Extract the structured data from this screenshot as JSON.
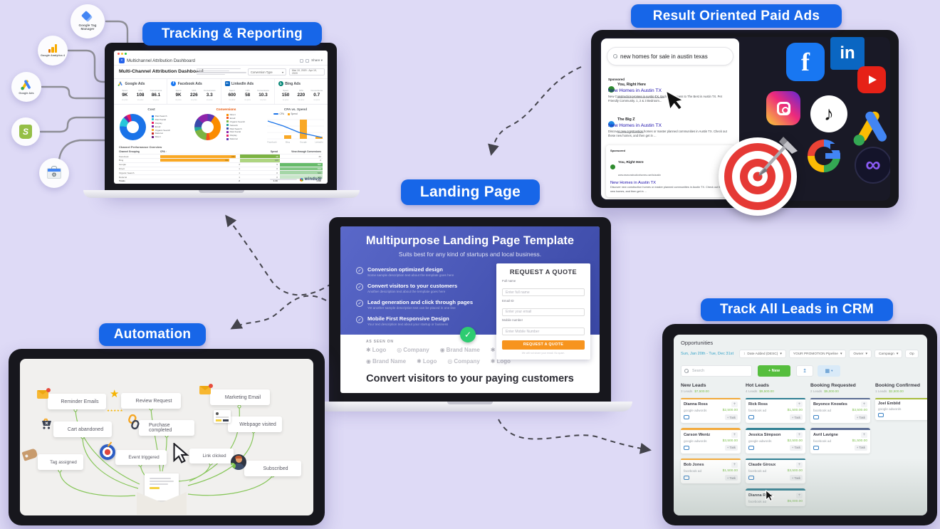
{
  "colors": {
    "background": "#dedaf6",
    "accent_blue": "#1766e8",
    "cta_orange": "#f7941e",
    "success_green": "#7cbf4d"
  },
  "section_labels": {
    "tracking": "Tracking & Reporting",
    "paid_ads": "Result Oriented Paid Ads",
    "landing": "Landing Page",
    "automation": "Automation",
    "crm": "Track All Leads in CRM"
  },
  "source_icons": [
    {
      "name": "google-tag-manager",
      "label": "Google Tag Manager"
    },
    {
      "name": "google-analytics-4",
      "label": "Google Analytics 4"
    },
    {
      "name": "google-ads",
      "label": "Google Ads"
    },
    {
      "name": "shopify",
      "label": ""
    },
    {
      "name": "search-console",
      "label": ""
    }
  ],
  "dashboard": {
    "window_title": "Multichannel Attribution Dashboard",
    "share_label": "Share ▾",
    "heading": "Multi-Channel Attribution Dashboard",
    "conversion_type_label": "Conversion Type",
    "date_range": "Mar 10, 2020 - Apr 10, 2020",
    "channels": [
      {
        "name": "Google Ads",
        "metrics": [
          {
            "label": "Spent",
            "value": "9K",
            "sub": "vs prev"
          },
          {
            "label": "CPA",
            "value": "108",
            "sub": "vs prev"
          },
          {
            "label": "Conversions",
            "value": "86.1",
            "sub": "vs prev"
          }
        ]
      },
      {
        "name": "Facebook Ads",
        "metrics": [
          {
            "label": "Spent",
            "value": "9K",
            "sub": "vs prev"
          },
          {
            "label": "CPA",
            "value": "226",
            "sub": "vs prev"
          },
          {
            "label": "Conversions",
            "value": "3.3",
            "sub": "vs prev"
          }
        ]
      },
      {
        "name": "LinkedIn Ads",
        "metrics": [
          {
            "label": "Spent",
            "value": "600",
            "sub": "vs prev"
          },
          {
            "label": "CPA",
            "value": "58",
            "sub": "vs prev"
          },
          {
            "label": "Conversions",
            "value": "10.3",
            "sub": "vs prev"
          }
        ]
      },
      {
        "name": "Bing Ads",
        "metrics": [
          {
            "label": "Spent",
            "value": "150",
            "sub": "vs prev"
          },
          {
            "label": "CPA",
            "value": "220",
            "sub": "vs prev"
          },
          {
            "label": "Conversions",
            "value": "0.7",
            "sub": "vs prev"
          }
        ]
      }
    ],
    "charts": {
      "cost": {
        "title": "Cost",
        "legend": [
          {
            "label": "Paid Search",
            "color": "#1a73e8"
          },
          {
            "label": "Paid Social",
            "color": "#26c6da"
          },
          {
            "label": "Display",
            "color": "#e91e63"
          },
          {
            "label": "Email",
            "color": "#7b1fa2"
          },
          {
            "label": "Organic Search",
            "color": "#f9a825"
          },
          {
            "label": "Referral",
            "color": "#c62828"
          },
          {
            "label": "Direct",
            "color": "#6d1b7b"
          }
        ]
      },
      "conversions": {
        "title": "Conversions",
        "legend": [
          {
            "label": "Direct",
            "color": "#fb8c00"
          },
          {
            "label": "Email",
            "color": "#f4511e"
          },
          {
            "label": "Organic Search",
            "color": "#7cb342"
          },
          {
            "label": "Network",
            "color": "#26a69a"
          },
          {
            "label": "Paid Search",
            "color": "#3949ab"
          },
          {
            "label": "Paid Social",
            "color": "#8e24aa"
          },
          {
            "label": "Display",
            "color": "#e91e63"
          },
          {
            "label": "Referral",
            "color": "#5e35b1"
          }
        ]
      },
      "cpa_spend": {
        "title": "CPA vs. Spend",
        "legend": [
          {
            "label": "CPA",
            "color": "#1a73e8"
          },
          {
            "label": "Spend",
            "color": "#f9a825"
          }
        ],
        "categories": [
          "Facebook",
          "Bing",
          "Google",
          "LinkedIn"
        ]
      }
    },
    "table": {
      "title": "Channel Performance Overview",
      "columns": [
        "Channel Grouping",
        "CPA ↑",
        "Spend",
        "View-through Conversions"
      ],
      "rows": [
        {
          "name": "Facebook",
          "cpa": "335",
          "spend": "1K",
          "vtc": "30"
        },
        {
          "name": "Bing",
          "cpa": "311",
          "spend": "120",
          "vtc": "2"
        },
        {
          "name": "Google",
          "cpa": "3",
          "spend": "9",
          "vtc": "992"
        },
        {
          "name": "Direct",
          "cpa": "1",
          "spend": "0",
          "vtc": "816"
        },
        {
          "name": "Organic Search",
          "cpa": "1",
          "spend": "0",
          "vtc": "533"
        },
        {
          "name": "Referral",
          "cpa": "1",
          "spend": "0",
          "vtc": "440"
        },
        {
          "name": "Totals",
          "cpa": "2",
          "spend": "1.1K",
          "vtc": "2.8K"
        }
      ]
    },
    "brand": "windsor"
  },
  "paid_ads": {
    "search_query": "new homes for sale in austin texas",
    "sponsored_label": "Sponsored",
    "results": [
      {
        "advertiser": "You, Right Here",
        "url": "www.newconstructionhomes.com/tx/austin",
        "headline": "New Homes in Austin TX",
        "description": "New Construction Homes in Austin TX. Exclusive Access to The Best in Austin TX. Pet Friendly Community. 1, 2 & 3 Bedroom..."
      },
      {
        "advertiser": "The Big Z",
        "url": "www.thebigz.com/leads",
        "headline": "New Homes in Austin TX",
        "description": "Discover new construction homes or master planned communities in Austin TX. Check out these new homes, and then get in ..."
      },
      {
        "advertiser": "You, Right Here",
        "url": "www.newconstructionhomes.com/tx/austin",
        "headline": "New Homes in Austin TX",
        "description": "Discover new construction homes or master planned communities in Austin TX. Check out these new homes, and then get in ..."
      }
    ],
    "platforms": [
      "facebook",
      "linkedin",
      "youtube",
      "instagram",
      "tiktok",
      "google-ads",
      "google",
      "meta"
    ]
  },
  "landing": {
    "title": "Multipurpose Landing Page Template",
    "subtitle": "Suits best for any kind of startups and local business.",
    "features": [
      {
        "title": "Conversion optimized design",
        "desc": "Some sample description text about the template goes here"
      },
      {
        "title": "Convert visitors to your customers",
        "desc": "Another description text about the template goes here"
      },
      {
        "title": "Lead generation and click through pages",
        "desc": "Yet another sample description text can be placed in one line"
      },
      {
        "title": "Mobile First Responsive Design",
        "desc": "Your text description text about your startup or business"
      }
    ],
    "form": {
      "title": "REQUEST A QUOTE",
      "fields": [
        {
          "label": "Full name",
          "placeholder": "Enter full name"
        },
        {
          "label": "Email ID",
          "placeholder": "Enter your email"
        },
        {
          "label": "Mobile number",
          "placeholder": "Enter Mobile Number"
        }
      ],
      "button": "REQUEST A QUOTE",
      "disclaimer": "We will not share your email. No spam."
    },
    "as_seen_on": "AS SEEN ON",
    "logos_row1": [
      {
        "glyph": "✱",
        "text": "Logo"
      },
      {
        "glyph": "◎",
        "text": "Company"
      },
      {
        "glyph": "◉",
        "text": "Brand Name"
      },
      {
        "glyph": "✱",
        "text": "Logo"
      }
    ],
    "logos_row2": [
      {
        "glyph": "◉",
        "text": "Brand Name"
      },
      {
        "glyph": "✱",
        "text": "Logo"
      },
      {
        "glyph": "◎",
        "text": "Company"
      },
      {
        "glyph": "✱",
        "text": "Logo"
      }
    ],
    "tagline": "Convert visitors to your paying customers"
  },
  "automation": {
    "nodes": [
      {
        "label": "Reminder Emails"
      },
      {
        "label": "Review Request"
      },
      {
        "label": "Marketing Email"
      },
      {
        "label": "Cart abandoned"
      },
      {
        "label": "Purchase completed"
      },
      {
        "label": "Webpage visited"
      },
      {
        "label": "Tag assigned"
      },
      {
        "label": "Event triggered"
      },
      {
        "label": "Link clicked"
      },
      {
        "label": "Subscribed"
      }
    ]
  },
  "crm": {
    "title": "Opportunities",
    "date_range": "Sun, Jan 20th - Tue, Dec 31st",
    "filters": [
      "Date Added (DESC)",
      "YOUR PROMOTION Pipeline",
      "Owner",
      "Campaign",
      "Op"
    ],
    "search_placeholder": "Search",
    "new_button": "+ New",
    "task_label": "+ Task",
    "columns": [
      {
        "name": "New Leads",
        "count": "3 Leads",
        "total": "$7,500.00",
        "accent": "#f2a93b",
        "cards": [
          {
            "name": "Dianna Ross",
            "source": "google adwords",
            "value": "$2,500.00"
          },
          {
            "name": "Carson Wentz",
            "source": "google adwords",
            "value": "$3,500.00"
          },
          {
            "name": "Bob Jones",
            "source": "facebook ad",
            "value": "$1,500.00"
          }
        ]
      },
      {
        "name": "Hot Leads",
        "count": "4 Leads",
        "total": "$9,500.00",
        "accent": "#2f7f93",
        "cards": [
          {
            "name": "Rick Ross",
            "source": "facebook ad",
            "value": "$1,500.00"
          },
          {
            "name": "Jessica Simpson",
            "source": "google adwords",
            "value": "$2,500.00"
          },
          {
            "name": "Claude Giroux",
            "source": "facebook ad",
            "value": "$3,500.00"
          },
          {
            "name": "Dianna Ross",
            "source": "facebook ad",
            "value": "$5,000.00"
          }
        ]
      },
      {
        "name": "Booking Requested",
        "count": "2 Leads",
        "total": "$5,000.00",
        "accent": "#5a6c92",
        "cards": [
          {
            "name": "Beyonce Knowles",
            "source": "facebook ad",
            "value": "$3,500.00"
          },
          {
            "name": "Avril Lavigne",
            "source": "facebook ad",
            "value": "$1,500.00"
          }
        ]
      },
      {
        "name": "Booking Confirmed",
        "count": "1 Leads",
        "total": "$2,500.00",
        "accent": "#a8bc3a",
        "cards": [
          {
            "name": "Joel Embiid",
            "source": "google adwords",
            "value": ""
          }
        ]
      }
    ]
  },
  "chart_data": [
    {
      "type": "pie",
      "title": "Cost",
      "labels": [
        "Paid Search",
        "Paid Social",
        "Display",
        "Email",
        "Organic Search",
        "Referral",
        "Direct"
      ],
      "values": [
        76,
        12,
        5,
        3,
        2,
        1,
        1
      ]
    },
    {
      "type": "pie",
      "title": "Conversions",
      "labels": [
        "Direct",
        "Organic Search",
        "Paid Search",
        "Paid Social",
        "Display",
        "Email",
        "Network",
        "Referral"
      ],
      "values": [
        38,
        18,
        11,
        14,
        5,
        5,
        5,
        4
      ]
    },
    {
      "type": "bar",
      "title": "CPA vs. Spend",
      "categories": [
        "Facebook",
        "Bing",
        "Google",
        "LinkedIn"
      ],
      "series": [
        {
          "name": "Spend",
          "values": [
            0,
            60,
            300,
            40
          ]
        },
        {
          "name": "CPA",
          "values": [
            320,
            250,
            180,
            90
          ]
        }
      ],
      "legend_position": "top",
      "grid": true
    }
  ]
}
